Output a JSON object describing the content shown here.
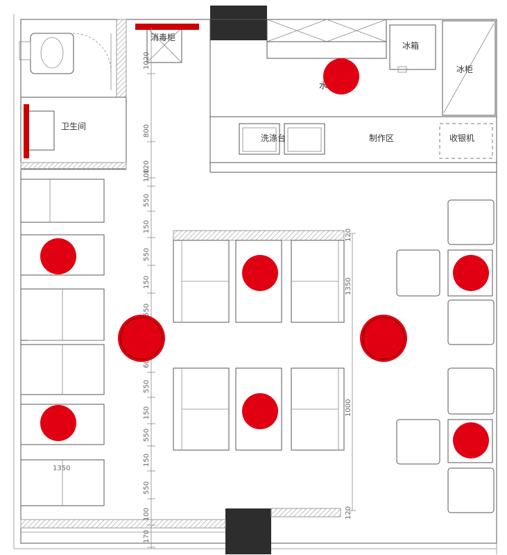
{
  "labels": {
    "sterilizer": "消毒柜",
    "fridge": "冰箱",
    "freezer": "冰柜",
    "restroom": "卫生间",
    "sink": "洗涤台",
    "prep_area": "制作区",
    "cashier": "收银机",
    "partial_char": "水",
    "dim_1350": "1350"
  },
  "dimension_chain": [
    "1020",
    "800",
    "120",
    "100",
    "550",
    "150",
    "550",
    "150",
    "550",
    "600",
    "550",
    "150",
    "550",
    "150",
    "550",
    "100",
    "170"
  ],
  "side_dims": {
    "right_upper": "1350",
    "right_lower": "1000",
    "top_small": "120",
    "bottom_small": "120"
  },
  "colors": {
    "marker": "#e00012",
    "bar": "#cc0000",
    "column": "#2d2d2d",
    "hatch": "#bbbbbb"
  },
  "markers": [
    {
      "id": "kitchen",
      "size": "medium"
    },
    {
      "id": "left-upper",
      "size": "medium"
    },
    {
      "id": "aisle-left",
      "size": "large"
    },
    {
      "id": "left-lower",
      "size": "medium"
    },
    {
      "id": "center-upper",
      "size": "medium"
    },
    {
      "id": "center-lower",
      "size": "medium"
    },
    {
      "id": "aisle-right",
      "size": "large"
    },
    {
      "id": "right-upper",
      "size": "medium"
    },
    {
      "id": "right-lower",
      "size": "medium"
    }
  ]
}
